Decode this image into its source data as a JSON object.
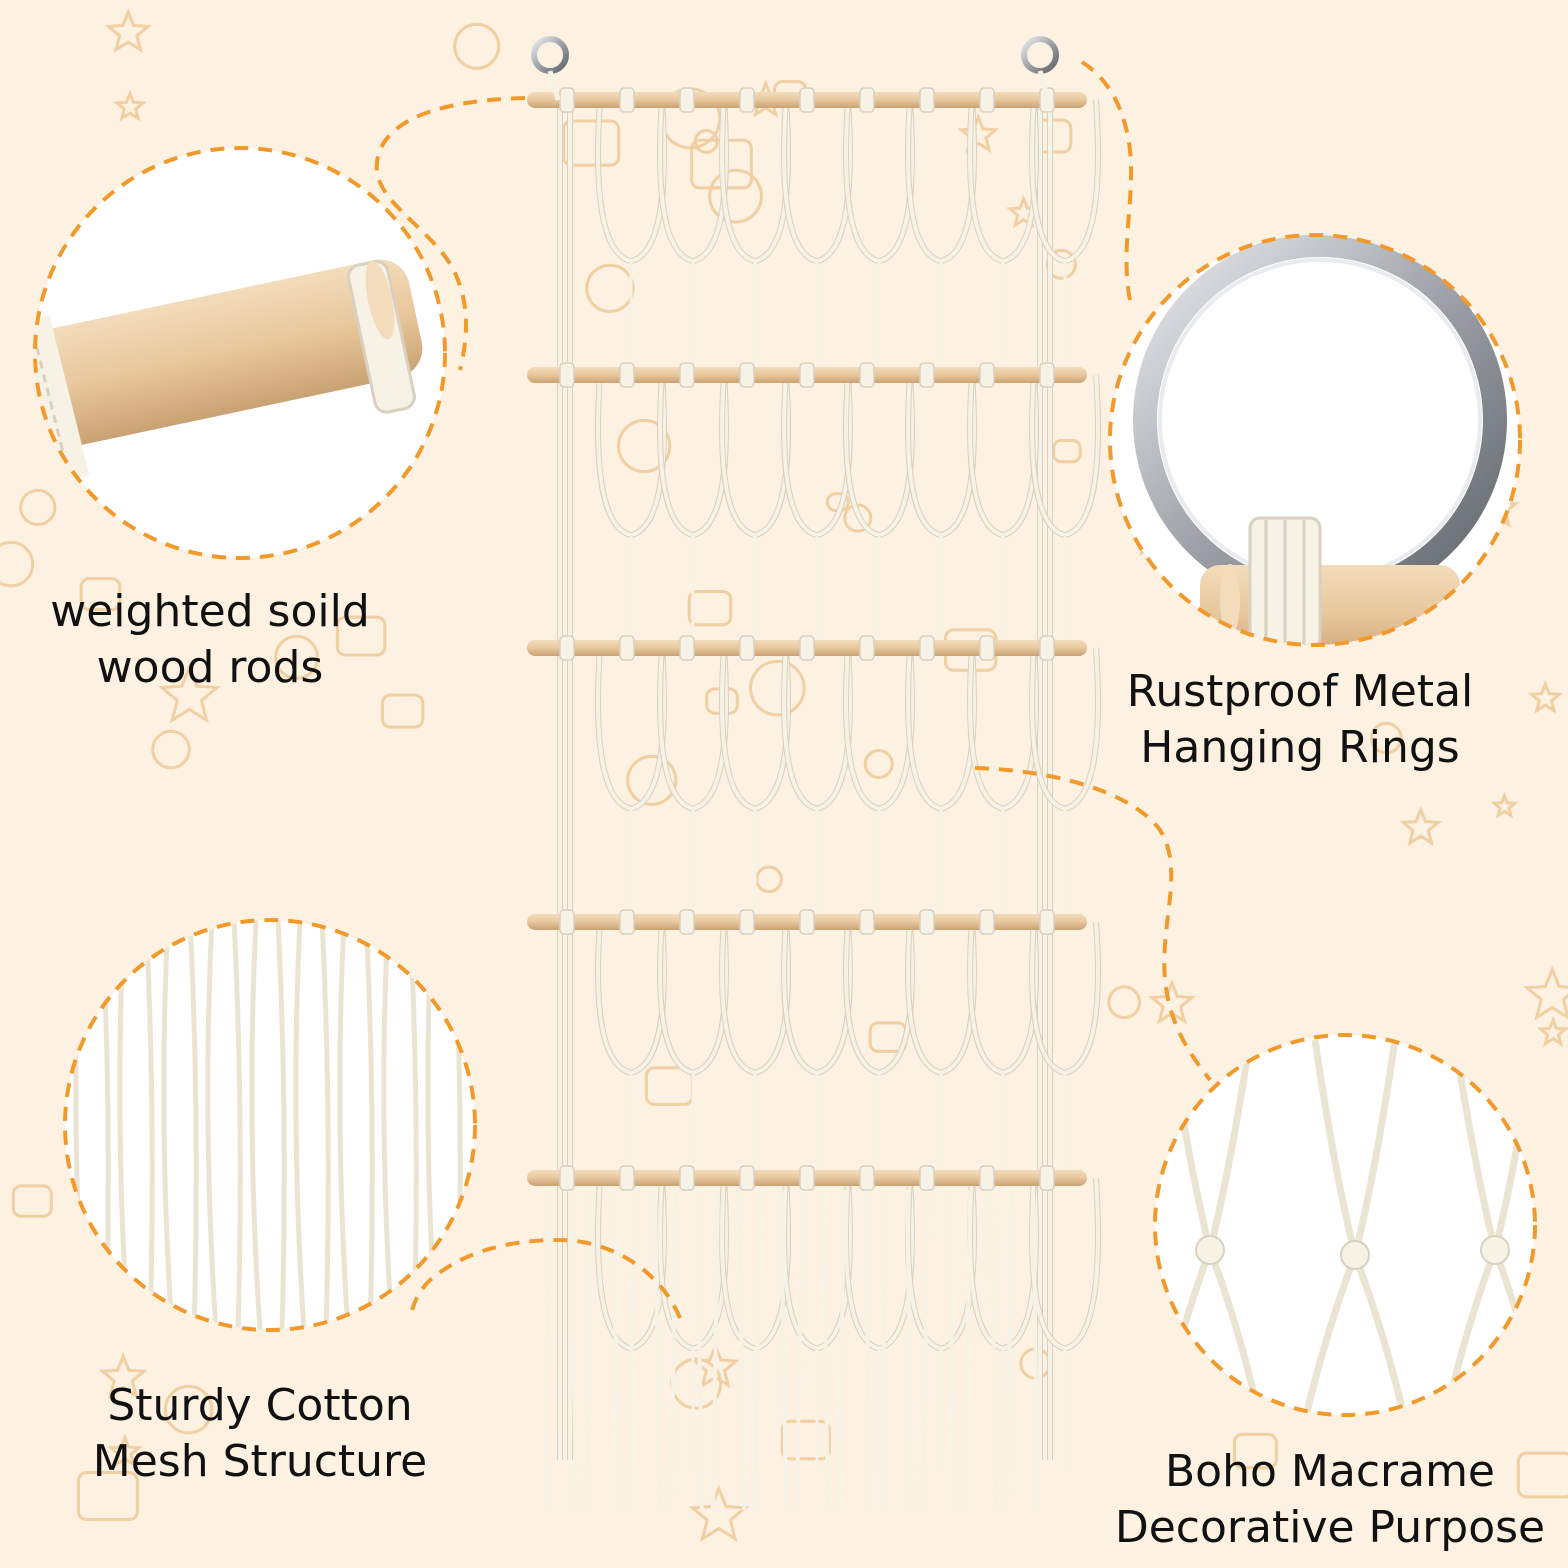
{
  "colors": {
    "background": "#fdf1e2",
    "doodle": "#f0cfa3",
    "dashed_line": "#f19a2b",
    "cord": "#f7f2e6",
    "cord_shadow": "#d9d0bf",
    "wood": "#e8c79c",
    "wood_dark": "#c9a273",
    "metal": "#b9bcc2"
  },
  "captions": {
    "rods": {
      "line1": "weighted soild",
      "line2": "wood rods"
    },
    "rings": {
      "line1": "Rustproof Metal",
      "line2": "Hanging Rings"
    },
    "cotton": {
      "line1": "Sturdy Cotton",
      "line2": "Mesh Structure"
    },
    "boho": {
      "line1": "Boho Macrame",
      "line2": "Decorative Purpose"
    }
  },
  "product": {
    "rods": 5,
    "hanging_rings": 2
  }
}
